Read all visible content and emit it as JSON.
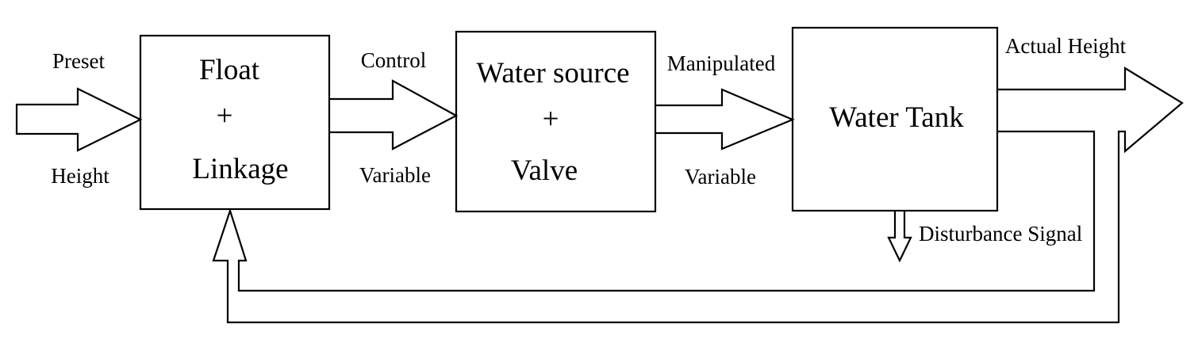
{
  "diagram": {
    "blocks": {
      "float_linkage": [
        "Float",
        "+",
        "Linkage"
      ],
      "source_valve": [
        "Water source",
        "+",
        "Valve"
      ],
      "tank": "Water Tank"
    },
    "labels": {
      "preset": "Preset",
      "height": "Height",
      "control": "Control",
      "control_variable": "Variable",
      "manipulated": "Manipulated",
      "manipulated_variable": "Variable",
      "actual_height": "Actual Height",
      "disturbance": "Disturbance Signal"
    }
  }
}
